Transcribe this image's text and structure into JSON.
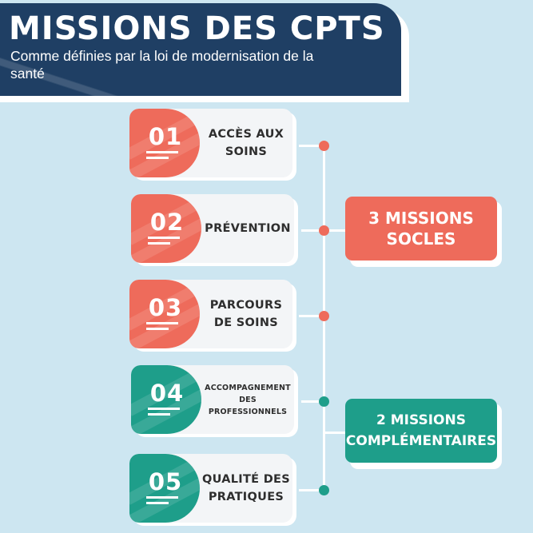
{
  "header": {
    "title": "MISSIONS DES CPTS",
    "subtitle": "Comme définies par la loi de modernisation de la santé"
  },
  "missions": [
    {
      "number": "01",
      "label": "ACCÈS AUX SOINS",
      "group": "socle"
    },
    {
      "number": "02",
      "label": "PRÉVENTION",
      "group": "socle"
    },
    {
      "number": "03",
      "label": "PARCOURS DE SOINS",
      "group": "socle"
    },
    {
      "number": "04",
      "label": "ACCOMPAGNEMENT DES PROFESSIONNELS",
      "group": "complementaire"
    },
    {
      "number": "05",
      "label": "QUALITÉ DES PRATIQUES",
      "group": "complementaire"
    }
  ],
  "groups": {
    "socles": {
      "label_line1": "3 MISSIONS",
      "label_line2": "SOCLES"
    },
    "complementaires": {
      "label_line1": "2 MISSIONS",
      "label_line2": "COMPLÉMENTAIRES"
    }
  },
  "colors": {
    "background": "#cde6f1",
    "header": "#1f3f64",
    "socle_accent": "#ee6b5b",
    "complementaire_accent": "#1e9e8a",
    "card": "#f3f5f7"
  }
}
